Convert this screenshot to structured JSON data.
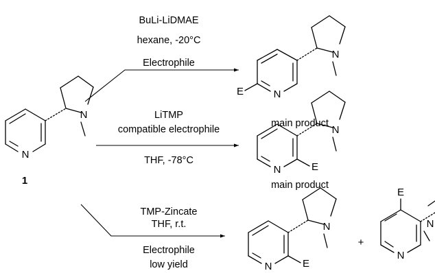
{
  "compound_label": "1",
  "atoms": {
    "ring_nitrogen": "N",
    "amine_nitrogen": "N",
    "electrophile": "E"
  },
  "routes": [
    {
      "conditions": [
        "BuLi-LiDMAE",
        "hexane, -20°C",
        "Electrophile"
      ],
      "caption": "main product"
    },
    {
      "conditions": [
        "LiTMP",
        "compatible electrophile",
        "THF, -78°C"
      ],
      "caption": "main product"
    },
    {
      "conditions": [
        "TMP-Zincate",
        "THF, r.t.",
        "Electrophile",
        "low yield"
      ],
      "plus": "+"
    }
  ]
}
